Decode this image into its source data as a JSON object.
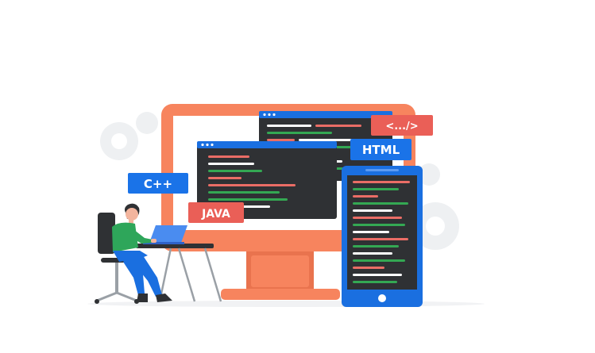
{
  "colors": {
    "monitor_orange": "#F7845E",
    "monitor_dark_orange": "#E9734E",
    "code_panel": "#2F3134",
    "code_header_blue": "#1A6FE0",
    "phone_blue": "#1A6FE0",
    "code_green": "#34A853",
    "code_red": "#EA6D66",
    "code_white": "#FFFFFF",
    "tag_blue": "#1A73E8",
    "tag_red": "#EA5F57",
    "gear_gray": "#EEF0F2",
    "shirt_green": "#2EA65A",
    "pants_blue": "#1A6FE0",
    "laptop_blue": "#4A8CF0"
  },
  "tags": {
    "cpp": "C++",
    "java": "JAVA",
    "html": "HTML",
    "code": "<.../>"
  },
  "icons": {
    "gears": "gear-icon",
    "person": "developer-figure",
    "laptop": "laptop-icon"
  }
}
